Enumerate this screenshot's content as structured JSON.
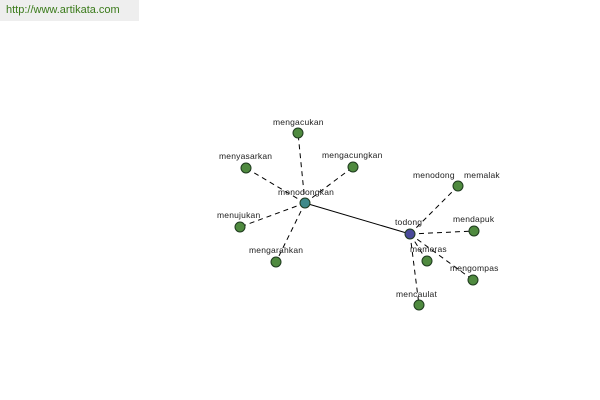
{
  "url": "http://www.artikata.com",
  "colors": {
    "hub_primary": "#3f8a8a",
    "hub_secondary": "#4a4a9a",
    "leaf": "#4f8a3f"
  },
  "graph": {
    "hubs": [
      {
        "id": "h1",
        "label": "menodongkan"
      },
      {
        "id": "h2",
        "label": "todong"
      }
    ],
    "hub_link": "solid",
    "leaves": [
      {
        "id": "l1",
        "label": "mengacukan",
        "hub": "h1"
      },
      {
        "id": "l2",
        "label": "menyasarkan",
        "hub": "h1"
      },
      {
        "id": "l3",
        "label": "mengacungkan",
        "hub": "h1"
      },
      {
        "id": "l4",
        "label": "menujukan",
        "hub": "h1"
      },
      {
        "id": "l5",
        "label": "mengarahkan",
        "hub": "h1"
      },
      {
        "id": "l6",
        "label": "menodong",
        "hub": "h2"
      },
      {
        "id": "l7",
        "label": "memalak",
        "hub": "h2"
      },
      {
        "id": "l8",
        "label": "mendapuk",
        "hub": "h2"
      },
      {
        "id": "l9",
        "label": "memeras",
        "hub": "h2"
      },
      {
        "id": "l10",
        "label": "mengompas",
        "hub": "h2"
      },
      {
        "id": "l11",
        "label": "mencaulat",
        "hub": "h2"
      }
    ]
  }
}
